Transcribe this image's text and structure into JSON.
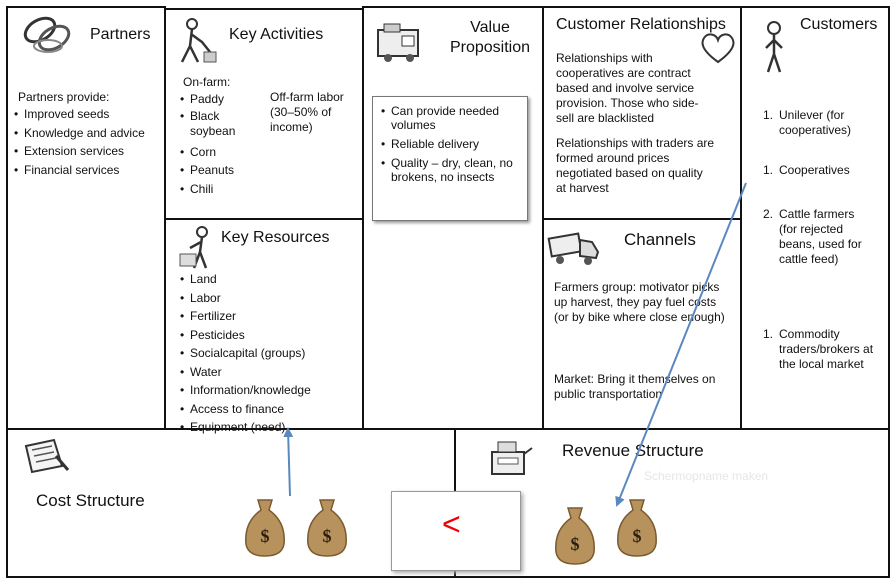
{
  "partners": {
    "title": "Partners",
    "intro": "Partners provide:",
    "items": [
      "Improved seeds",
      "Knowledge and advice",
      "Extension services",
      "Financial services"
    ]
  },
  "key_activities": {
    "title": "Key Activities",
    "on_farm_label": "On-farm:",
    "on_farm": [
      "Paddy",
      "Black soybean",
      "Corn",
      "Peanuts",
      "Chili"
    ],
    "off_farm": "Off-farm labor (30–50% of income)"
  },
  "key_resources": {
    "title": "Key Resources",
    "items": [
      "Land",
      "Labor",
      "Fertilizer",
      "Pesticides",
      "Socialcapital (groups)",
      "Water",
      "Information/knowledge",
      "Access to finance",
      "Equipment (need)"
    ]
  },
  "value_proposition": {
    "title": "Value Proposition",
    "items": [
      "Can provide needed volumes",
      "Reliable delivery",
      "Quality – dry, clean, no brokens, no insects"
    ]
  },
  "customer_relationships": {
    "title": "Customer Relationships",
    "para1": "Relationships with cooperatives are contract based and involve service provision. Those who side-sell are blacklisted",
    "para2": "Relationships with traders are formed around prices negotiated based on quality at harvest"
  },
  "channels": {
    "title": "Channels",
    "para1": "Farmers group: motivator picks up harvest, they pay fuel costs (or by bike where close enough)",
    "para2": "Market: Bring it themselves on public transportation"
  },
  "customers": {
    "title": "Customers",
    "items": [
      {
        "num": "1.",
        "text": "Unilever (for cooperatives)"
      },
      {
        "num": "1.",
        "text": "Cooperatives"
      },
      {
        "num": "2.",
        "text": "Cattle farmers (for rejected beans, used for cattle feed)"
      },
      {
        "num": "1.",
        "text": "Commodity traders/brokers at the local market"
      }
    ]
  },
  "cost_structure": {
    "title": "Cost Structure"
  },
  "revenue_structure": {
    "title": "Revenue Structure"
  },
  "callout": {
    "symbol": "<"
  },
  "overlay": {
    "tooltip": "Schermopname maken"
  },
  "colors": {
    "arrow": "#5b88bf",
    "callout_symbol": "#e00000",
    "money_bag": "#b8925c"
  },
  "icons": [
    "chain-links-icon",
    "farmer-icon",
    "farmer-resources-icon",
    "machine-icon",
    "heart-icon",
    "person-icon",
    "truck-icon",
    "document-icon",
    "cash-register-icon",
    "money-bag-icon"
  ]
}
